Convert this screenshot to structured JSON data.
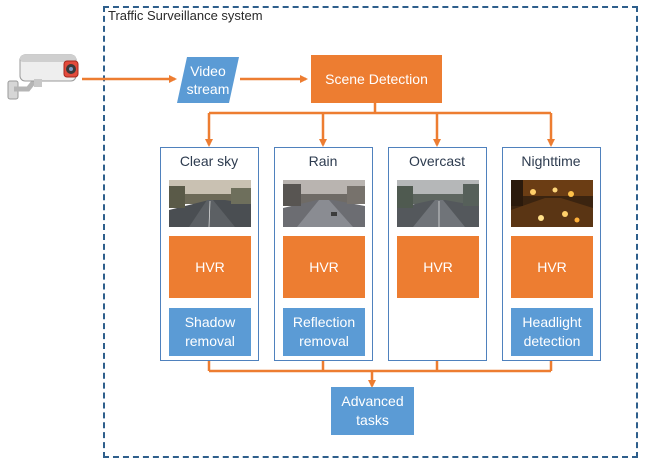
{
  "system": {
    "title": "Traffic Surveillance system"
  },
  "input": {
    "video_stream": "Video\nstream"
  },
  "detector": {
    "label": "Scene Detection"
  },
  "scenes": [
    {
      "title": "Clear sky",
      "hvr": "HVR",
      "task": "Shadow\nremoval",
      "photo": "daytime-road-photo"
    },
    {
      "title": "Rain",
      "hvr": "HVR",
      "task": "Reflection\nremoval",
      "photo": "rainy-road-photo"
    },
    {
      "title": "Overcast",
      "hvr": "HVR",
      "task": "",
      "photo": "overcast-road-photo"
    },
    {
      "title": "Nighttime",
      "hvr": "HVR",
      "task": "Headlight\ndetection",
      "photo": "night-road-photo"
    }
  ],
  "output": {
    "label": "Advanced\ntasks"
  },
  "colors": {
    "orange": "#ed7d31",
    "blue": "#5b9bd5",
    "frame": "#2e5f8c",
    "column_border": "#4f81bd"
  },
  "icons": {
    "camera": "security-camera-icon"
  }
}
